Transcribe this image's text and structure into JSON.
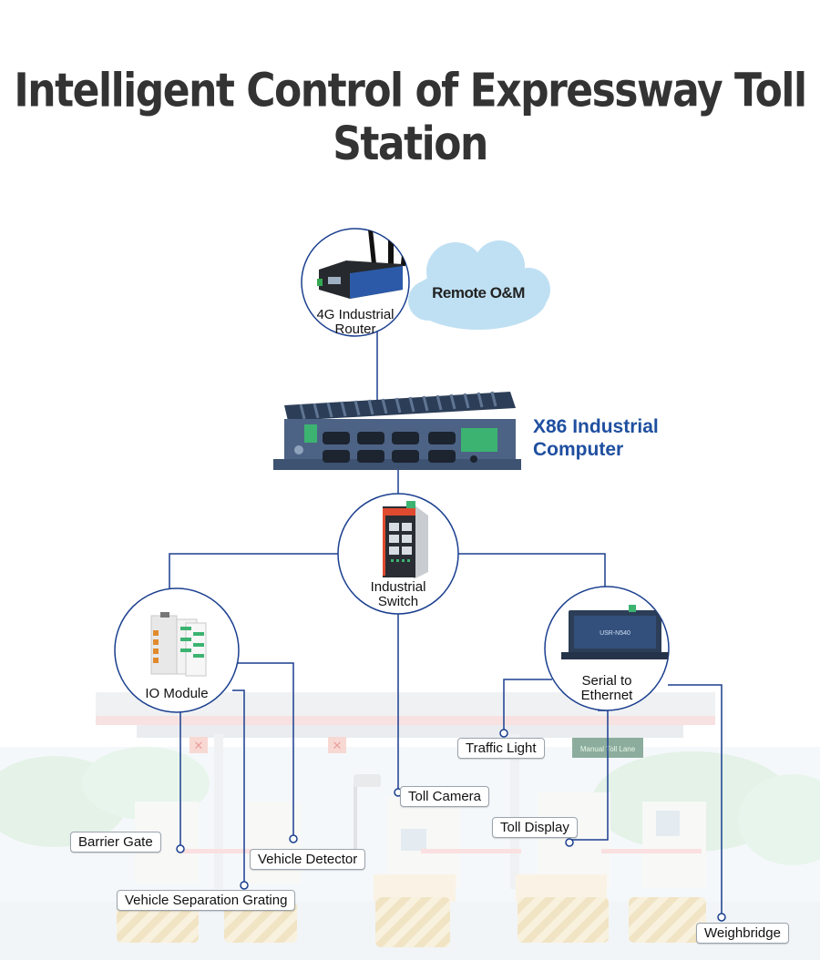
{
  "title": "Intelligent Control of Expressway Toll Station",
  "colors": {
    "line": "#1a3f8f",
    "accent": "#1f4fa0",
    "title": "#333333",
    "cloud": "#bfe0f3"
  },
  "router": {
    "label_line1": "4G Industrial",
    "label_line2": "Router"
  },
  "cloud": {
    "label": "Remote O&M"
  },
  "computer": {
    "label_line1": "X86 Industrial",
    "label_line2": "Computer"
  },
  "switch": {
    "label_line1": "Industrial",
    "label_line2": "Switch"
  },
  "io_module": {
    "label": "IO Module"
  },
  "serial": {
    "label_line1": "Serial to",
    "label_line2": "Ethernet",
    "device_text": "USR-N540"
  },
  "background": {
    "sign_text": "Manual Toll Lane"
  },
  "devices": {
    "traffic_light": "Traffic Light",
    "toll_camera": "Toll Camera",
    "toll_display": "Toll Display",
    "barrier_gate": "Barrier Gate",
    "vehicle_detector": "Vehicle Detector",
    "vehicle_separation_grating": "Vehicle Separation Grating",
    "weighbridge": "Weighbridge"
  }
}
